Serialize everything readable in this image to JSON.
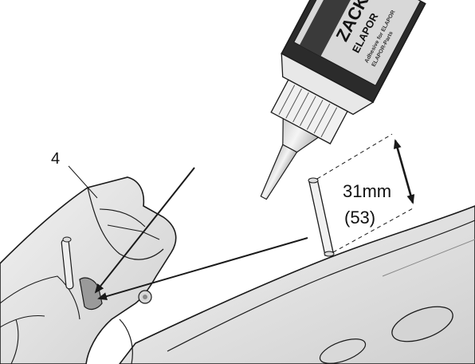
{
  "diagram": {
    "part_label": "4",
    "dimension": {
      "length": "31mm",
      "part_number": "(53)"
    },
    "bottle": {
      "brand": "ZACKI",
      "product": "ELAPOR",
      "small_print_1": "Adhesive for ELAPOR",
      "small_print_2": "ELAPOR-Parts"
    }
  },
  "colors": {
    "line": "#1a1a1a",
    "part_fill": "#e6e6e6",
    "part_shadow": "#bdbdbd",
    "bottle_dark": "#2b2b2b",
    "bottle_label": "#d8d8d8"
  }
}
